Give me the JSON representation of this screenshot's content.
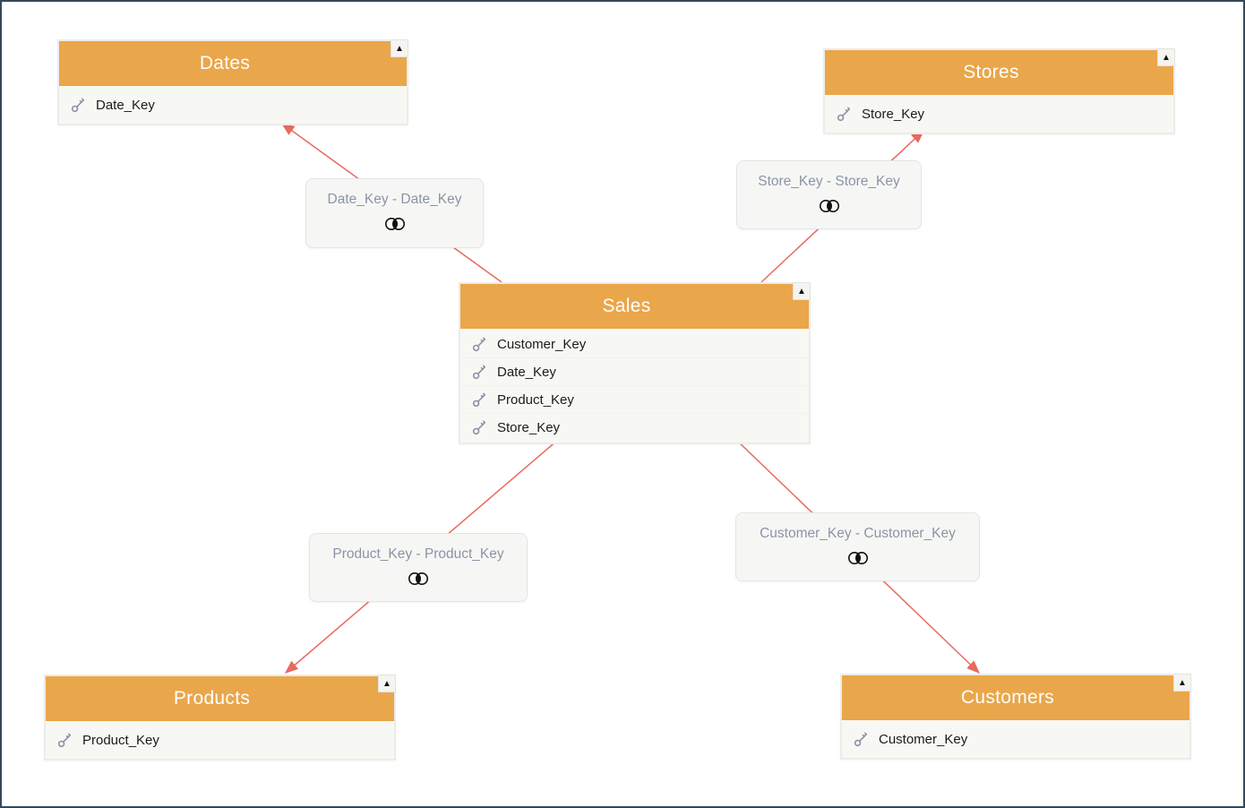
{
  "diagram": {
    "entities": {
      "dates": {
        "title": "Dates",
        "fields": [
          "Date_Key"
        ]
      },
      "stores": {
        "title": "Stores",
        "fields": [
          "Store_Key"
        ]
      },
      "sales": {
        "title": "Sales",
        "fields": [
          "Customer_Key",
          "Date_Key",
          "Product_Key",
          "Store_Key"
        ]
      },
      "products": {
        "title": "Products",
        "fields": [
          "Product_Key"
        ]
      },
      "customers": {
        "title": "Customers",
        "fields": [
          "Customer_Key"
        ]
      }
    },
    "relationships": {
      "dates": {
        "label": "Date_Key - Date_Key",
        "join_type": "inner-join"
      },
      "stores": {
        "label": "Store_Key - Store_Key",
        "join_type": "inner-join"
      },
      "products": {
        "label": "Product_Key - Product_Key",
        "join_type": "inner-join"
      },
      "customers": {
        "label": "Customer_Key - Customer_Key",
        "join_type": "inner-join"
      }
    },
    "collapse_glyph": "▲",
    "colors": {
      "table_header": "#EAA64A",
      "arrow": "#E96A5F",
      "relationship_text": "#8B94A7",
      "canvas_border": "#35485A"
    }
  }
}
